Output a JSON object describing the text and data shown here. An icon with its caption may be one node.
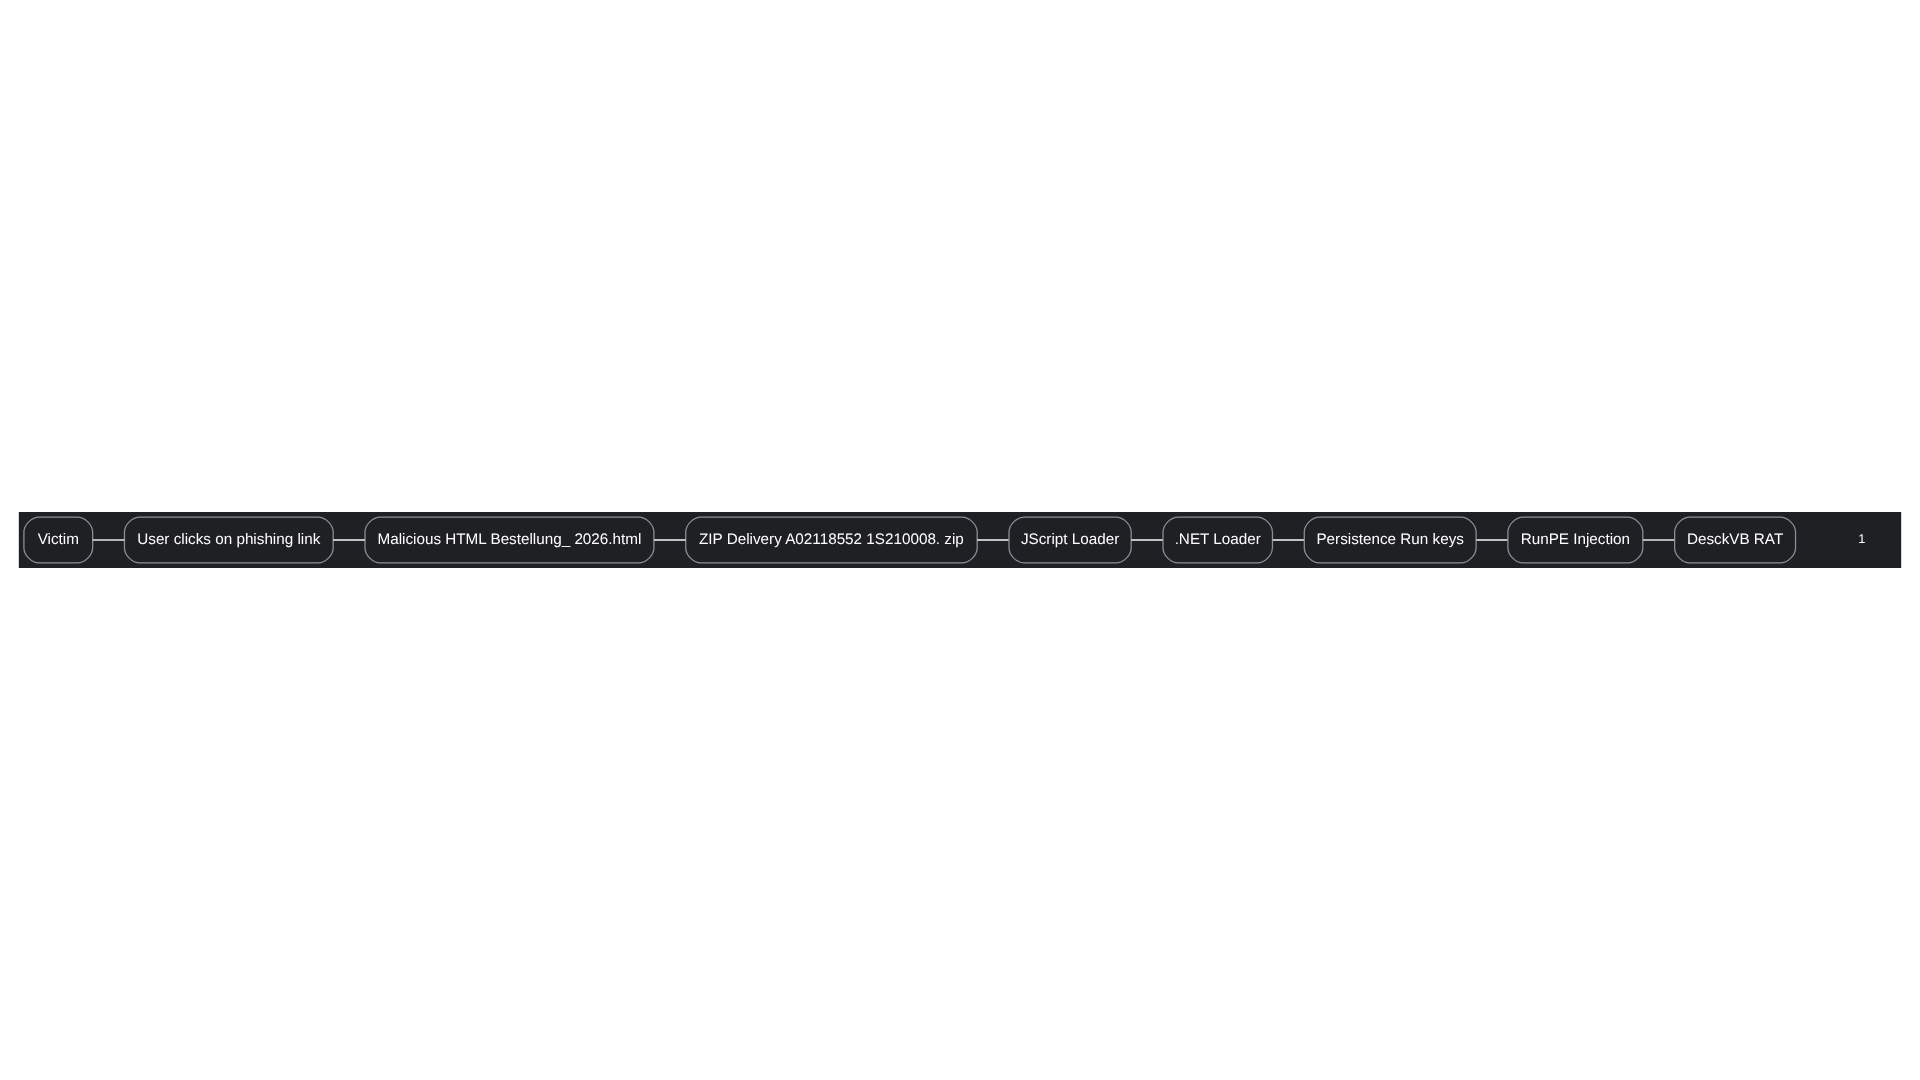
{
  "diagram": {
    "nodes": [
      {
        "text": [
          "Victim"
        ]
      },
      {
        "text": [
          "User clicks on phishing link"
        ]
      },
      {
        "text": [
          "Malicious HTML Bestellung_ 2026.html"
        ]
      },
      {
        "text": [
          "ZIP Delivery A02118552 1S210008. zip"
        ]
      },
      {
        "text": [
          "JScript Loader"
        ]
      },
      {
        "text": [
          ".NET Loader"
        ]
      },
      {
        "text": [
          "Persistence Run keys"
        ]
      },
      {
        "text": [
          "RunPE Injection"
        ]
      },
      {
        "text": [
          "DesckVB RAT"
        ]
      }
    ],
    "edges": [
      {
        "from": 0,
        "to": 1,
        "arrow": "none"
      },
      {
        "from": 1,
        "to": 2,
        "arrow": "none"
      },
      {
        "from": 2,
        "to": 3,
        "arrow": "none"
      },
      {
        "from": 3,
        "to": 4,
        "arrow": "none"
      },
      {
        "from": 4,
        "to": 5,
        "arrow": "none"
      },
      {
        "from": 5,
        "to": 6,
        "arrow": "none"
      },
      {
        "from": 6,
        "to": 7,
        "arrow": "none"
      },
      {
        "from": 7,
        "to": 8,
        "arrow": "none"
      }
    ],
    "labels": [
      "1"
    ]
  }
}
